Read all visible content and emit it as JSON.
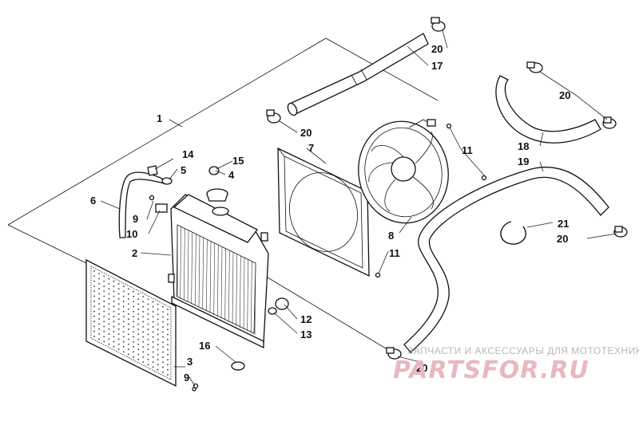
{
  "labels": {
    "n1": "1",
    "n2": "2",
    "n3": "3",
    "n4": "4",
    "n5": "5",
    "n6": "6",
    "n7": "7",
    "n8": "8",
    "n9a": "9",
    "n9b": "9",
    "n10": "10",
    "n11a": "11",
    "n11b": "11",
    "n12": "12",
    "n13": "13",
    "n14": "14",
    "n15": "15",
    "n16": "16",
    "n17": "17",
    "n18": "18",
    "n19": "19",
    "n20a": "20",
    "n20b": "20",
    "n20c": "20",
    "n20d": "20",
    "n20e": "20",
    "n21": "21"
  },
  "watermark": {
    "tagline": "ЗАПЧАСТИ И АКСЕССУАРЫ ДЛЯ МОТОТЕХНИКИ",
    "brand": "PARTSFOR.RU"
  }
}
